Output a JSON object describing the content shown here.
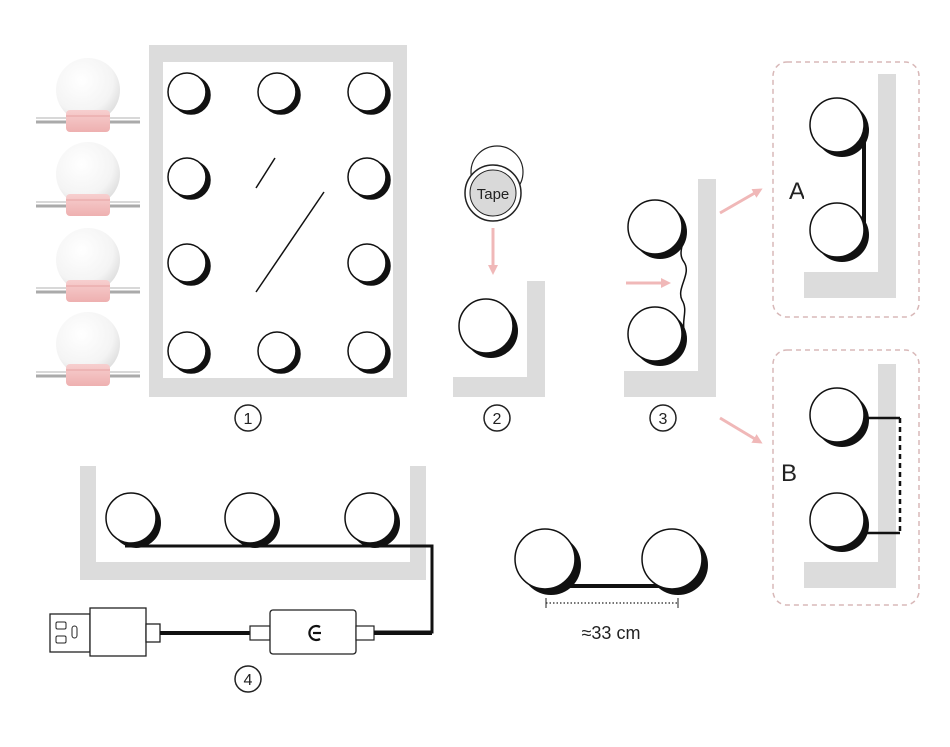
{
  "steps": {
    "step1": "1",
    "step2": "2",
    "step3": "3",
    "step4": "4"
  },
  "tape_label": "Tape",
  "options": {
    "a": "A",
    "b": "B"
  },
  "spacing_label": "≈33 cm",
  "colors": {
    "frame": "#dcdcdc",
    "arrow": "#f0b8b8",
    "cable": "#111111",
    "bulb_base": "#f4c4c4",
    "option_border": "#d8b8b8"
  }
}
